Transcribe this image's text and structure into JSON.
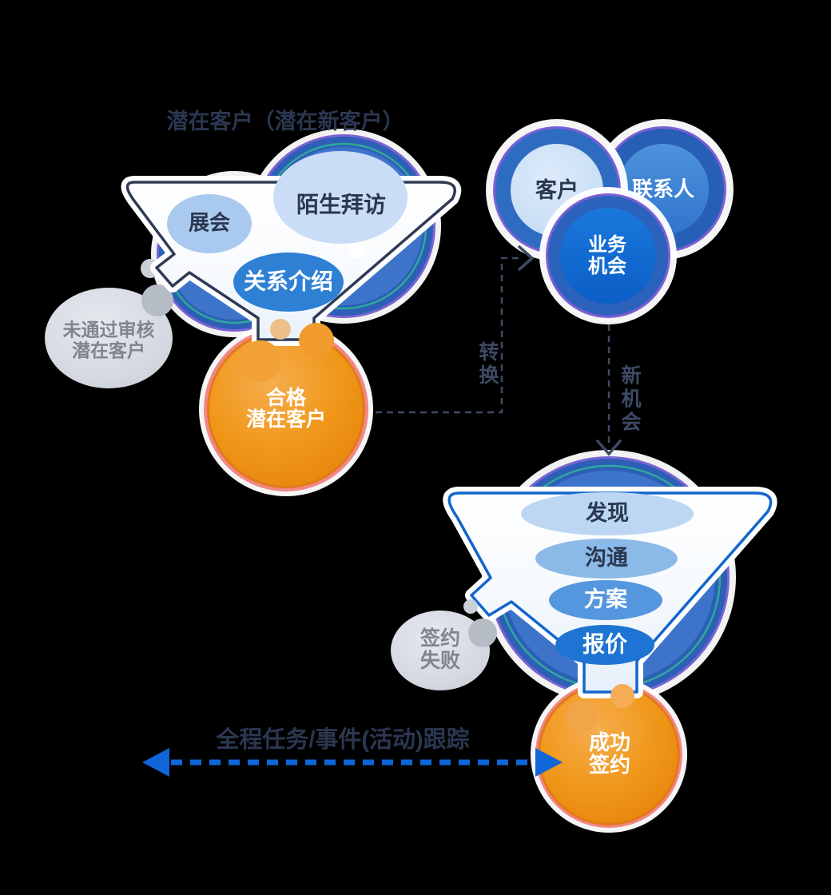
{
  "title": "潜在客户（潜在新客户）",
  "funnel_top": {
    "bubbles": [
      "展会",
      "陌生拜访",
      "关系介绍"
    ]
  },
  "reject_top": {
    "line1": "未通过审核",
    "line2": "潜在客户"
  },
  "qualified": {
    "line1": "合格",
    "line2": "潜在客户"
  },
  "cluster": {
    "customer": "客户",
    "contact": "联系人",
    "opportunity_line1": "业务",
    "opportunity_line2": "机会"
  },
  "connectors": {
    "convert": "转换",
    "new_opportunity": "新机会"
  },
  "funnel_bottom": {
    "stages": [
      "发现",
      "沟通",
      "方案",
      "报价"
    ]
  },
  "reject_bottom": {
    "line1": "签约",
    "line2": "失败"
  },
  "success": {
    "line1": "成功",
    "line2": "签约"
  },
  "tracking": {
    "label": "全程任务/事件(活动)跟踪"
  },
  "colors": {
    "background": "#000000",
    "dark_navy_text": "#2b3750",
    "funnel_top_outline": "#2e3a55",
    "funnel_bottom_outline": "#1266cc",
    "deep_blue": "#0f65cc",
    "mid_blue": "#3884d8",
    "light_blue": "#c5dcf6",
    "ring_blue": "#2e6cc2",
    "ring_purple": "#7c5fd4",
    "ring_teal": "#2fa89a",
    "orange": "#ef9418",
    "pink_ring": "#f28787",
    "gray_bubble": "#d9dce2",
    "gray_text": "#7e8591",
    "connector": "#3e4a64",
    "tracking_arrow": "#1065d8"
  }
}
